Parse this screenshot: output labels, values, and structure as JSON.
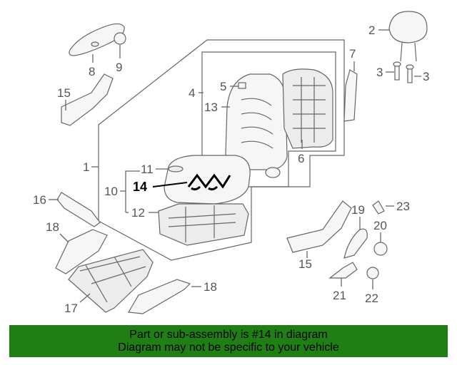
{
  "callouts": {
    "c1": "1",
    "c2": "2",
    "c3a": "3",
    "c3b": "3",
    "c4": "4",
    "c5": "5",
    "c6": "6",
    "c7": "7",
    "c8": "8",
    "c9": "9",
    "c10": "10",
    "c11": "11",
    "c12": "12",
    "c13": "13",
    "c14": "14",
    "c15a": "15",
    "c15b": "15",
    "c16": "16",
    "c17": "17",
    "c18a": "18",
    "c18b": "18",
    "c19": "19",
    "c20": "20",
    "c21": "21",
    "c22": "22",
    "c23": "23"
  },
  "highlighted_part": "14",
  "banner": {
    "line1": "Part or sub-assembly is #14 in diagram",
    "line2": "Diagram may not be specific to your vehicle"
  },
  "colors": {
    "banner_bg": "#1f7f14",
    "highlight": "#000000",
    "line": "#666666"
  }
}
